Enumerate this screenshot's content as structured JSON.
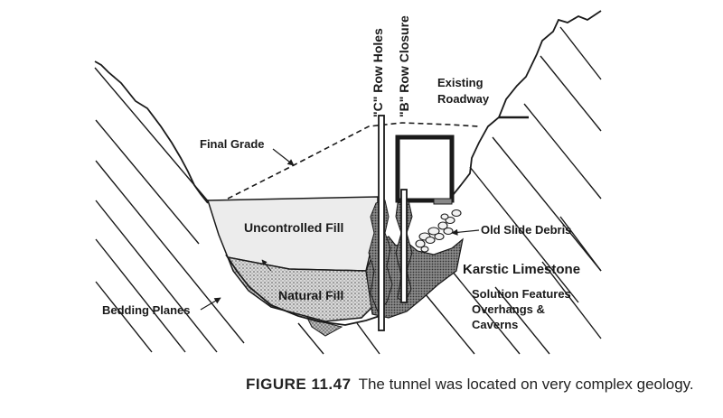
{
  "labels": {
    "c_row_holes": "\"C\" Row Holes",
    "b_row_closure": "\"B\" Row  Closure",
    "existing_roadway": "Existing\nRoadway",
    "final_grade": "Final Grade",
    "uncontrolled_fill": "Uncontrolled Fill",
    "old_slide_debris": "Old Slide Debris",
    "karstic_limestone": "Karstic Limestone",
    "natural_fill": "Natural Fill",
    "solution_features": "Solution Features\nOverhangs &\nCaverns",
    "bedding_planes": "Bedding Planes"
  },
  "caption": {
    "figure_number": "FIGURE 11.47",
    "text": "The tunnel was located on very complex geology."
  }
}
